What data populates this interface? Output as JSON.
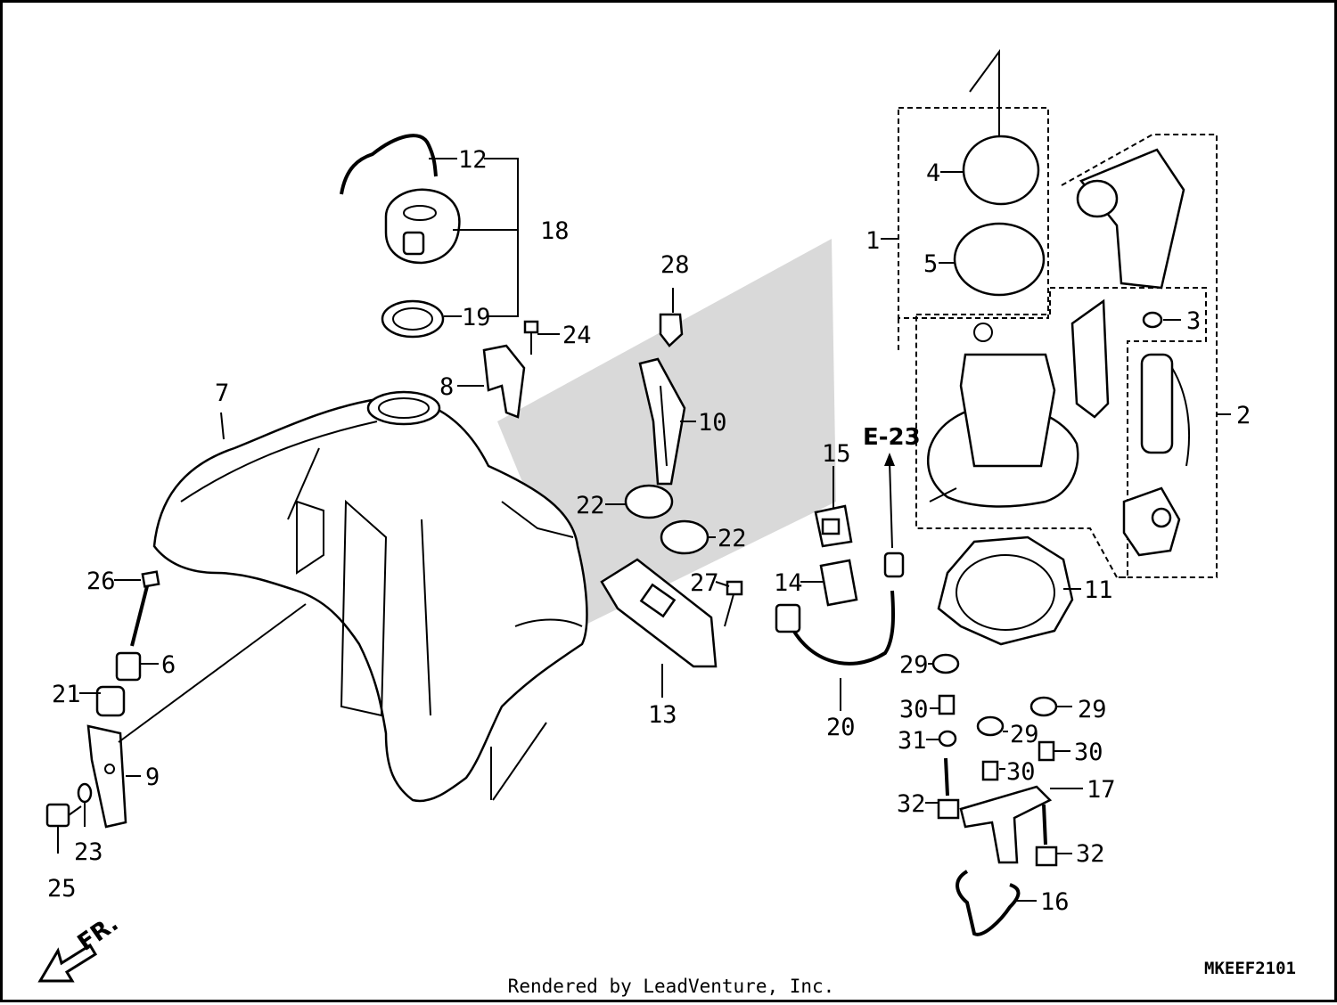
{
  "callouts": [
    {
      "id": "1",
      "text": "1"
    },
    {
      "id": "2",
      "text": "2"
    },
    {
      "id": "3",
      "text": "3"
    },
    {
      "id": "4",
      "text": "4"
    },
    {
      "id": "5",
      "text": "5"
    },
    {
      "id": "6",
      "text": "6"
    },
    {
      "id": "7",
      "text": "7"
    },
    {
      "id": "8",
      "text": "8"
    },
    {
      "id": "9",
      "text": "9"
    },
    {
      "id": "10",
      "text": "10"
    },
    {
      "id": "11",
      "text": "11"
    },
    {
      "id": "12",
      "text": "12"
    },
    {
      "id": "13",
      "text": "13"
    },
    {
      "id": "14",
      "text": "14"
    },
    {
      "id": "15",
      "text": "15"
    },
    {
      "id": "16",
      "text": "16"
    },
    {
      "id": "17",
      "text": "17"
    },
    {
      "id": "18",
      "text": "18"
    },
    {
      "id": "19",
      "text": "19"
    },
    {
      "id": "20",
      "text": "20"
    },
    {
      "id": "21",
      "text": "21"
    },
    {
      "id": "22a",
      "text": "22"
    },
    {
      "id": "22b",
      "text": "22"
    },
    {
      "id": "23",
      "text": "23"
    },
    {
      "id": "24",
      "text": "24"
    },
    {
      "id": "25",
      "text": "25"
    },
    {
      "id": "26",
      "text": "26"
    },
    {
      "id": "27",
      "text": "27"
    },
    {
      "id": "28",
      "text": "28"
    },
    {
      "id": "29a",
      "text": "29"
    },
    {
      "id": "29b",
      "text": "29"
    },
    {
      "id": "29c",
      "text": "29"
    },
    {
      "id": "30a",
      "text": "30"
    },
    {
      "id": "30b",
      "text": "30"
    },
    {
      "id": "30c",
      "text": "30"
    },
    {
      "id": "31",
      "text": "31"
    },
    {
      "id": "32a",
      "text": "32"
    },
    {
      "id": "32b",
      "text": "32"
    }
  ],
  "reference_label": "E-23",
  "direction_label": "FR.",
  "diagram_code": "MKEEF2101",
  "footer_text": "Rendered by LeadVenture, Inc."
}
